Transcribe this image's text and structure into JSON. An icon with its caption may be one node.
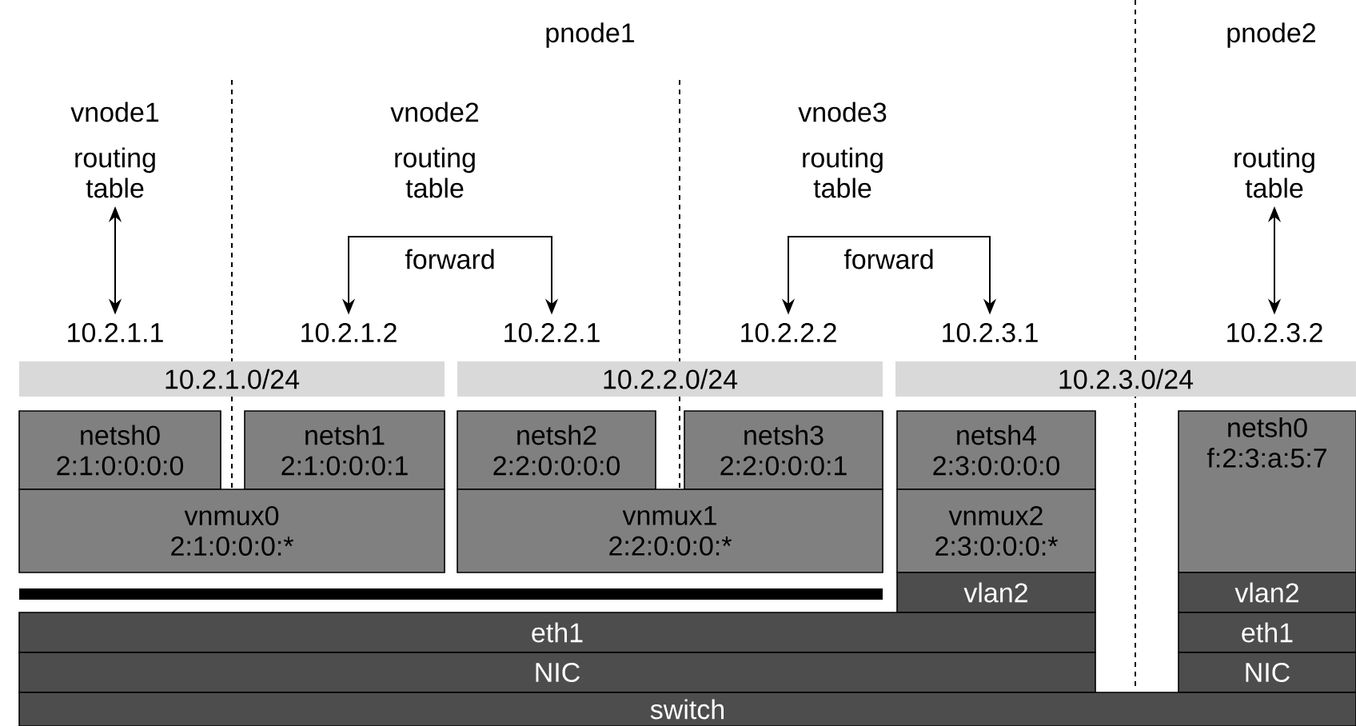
{
  "diagram": {
    "nodes": [
      {
        "text": [
          "routing table"
        ]
      },
      {
        "text": [
          "routing table"
        ]
      },
      {
        "text": [
          "10.2.1.1"
        ]
      },
      {
        "text": [
          "10.2.1.2"
        ]
      },
      {
        "text": [
          "10.2.2.1"
        ]
      },
      {
        "text": [
          "10.2.2.2"
        ]
      },
      {
        "text": [
          "10.2.3.1"
        ]
      },
      {
        "text": [
          "10.2.3.2"
        ]
      },
      {
        "text": [
          "10.2.1.0/24"
        ]
      },
      {
        "text": [
          "10.2.2.0/24"
        ]
      },
      {
        "text": [
          "10.2.3.0/24"
        ]
      },
      {
        "text": [
          "netsh0",
          "2:1:0:0:0:0"
        ]
      },
      {
        "text": [
          "netsh1",
          "2:1:0:0:0:1"
        ]
      },
      {
        "text": [
          "netsh2",
          "2:2:0:0:0:0"
        ]
      },
      {
        "text": [
          "netsh3",
          "2:2:0:0:0:1"
        ]
      },
      {
        "text": [
          "netsh4",
          "2:3:0:0:0:0"
        ]
      },
      {
        "text": [
          "netsh0",
          "f:2:3:a:5:7"
        ]
      },
      {
        "text": [
          "vnmux0",
          "2:1:0:0:0:*"
        ]
      },
      {
        "text": [
          "vnmux1",
          "2:2:0:0:0:*"
        ]
      },
      {
        "text": [
          "vnmux2",
          "2:3:0:0:0:*"
        ]
      },
      {
        "text": [
          "vlan2"
        ]
      },
      {
        "text": [
          "vlan2"
        ]
      },
      {
        "text": [
          "eth1"
        ]
      },
      {
        "text": [
          "eth1"
        ]
      },
      {
        "text": [
          "NIC"
        ]
      },
      {
        "text": [
          "NIC"
        ]
      },
      {
        "text": [
          "switch"
        ]
      }
    ],
    "edges": [
      {
        "from": 0,
        "to": 2,
        "arrow": "both"
      },
      {
        "from": 3,
        "to": 4,
        "arrow": "both",
        "label": "forward"
      },
      {
        "from": 5,
        "to": 6,
        "arrow": "both",
        "label": "forward"
      },
      {
        "from": 1,
        "to": 7,
        "arrow": "both"
      }
    ],
    "labels": [
      "pnode1",
      "pnode2",
      "vnode1",
      "vnode2",
      "vnode3",
      "routing table",
      "routing table"
    ]
  }
}
